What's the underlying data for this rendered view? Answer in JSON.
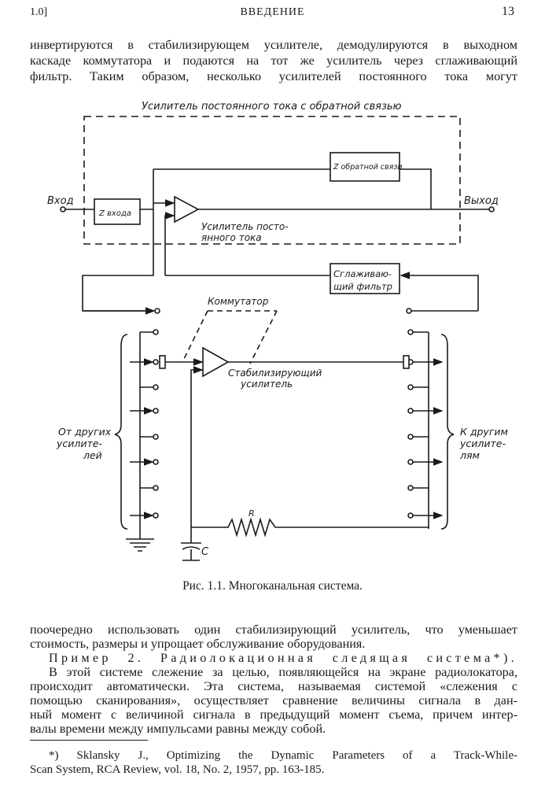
{
  "header": {
    "section": "1.0]",
    "title": "ВВЕДЕНИЕ",
    "page": "13"
  },
  "top_text": [
    "инвертируются в стабилизирующем усилителе, демодулируются в выходном",
    "каскаде коммутатора и подаются на тот же усилитель через сглаживающий",
    "фильтр. Таким образом, несколько усилителей постоянного тока могут"
  ],
  "figure": {
    "title": "Усилитель постоянного тока с обратной связью",
    "input": "Вход",
    "output": "Выход",
    "z_input": "Z входа",
    "z_feedback": "Z обратной связи",
    "dc_amp": [
      "Усилитель посто-",
      "янного тока"
    ],
    "filter": [
      "Сглаживаю-",
      "щий фильтр"
    ],
    "commutator": "Коммутатор",
    "stab_amp": [
      "Стабилизирующий",
      "усилитель"
    ],
    "from_others": [
      "От других",
      "усилите-",
      "лей"
    ],
    "to_others": [
      "К другим",
      "усилите-",
      "лям"
    ],
    "resistor": "R",
    "capacitor": "C",
    "caption": "Рис. 1.1. Многоканальная система."
  },
  "bottom_text": {
    "p1": [
      "поочередно использовать один стабилизирующий усилитель, что уменьшает",
      "стоимость, размеры и упрощает обслуживание оборудования."
    ],
    "example": "Пример 2. Радиолокационная следящая система*).",
    "p2": [
      "В этой системе слежение за целью, появляющейся на экране радиолокатора,",
      "происходит автоматически. Эта система, называемая системой «слежения с",
      "помощью сканирования», осуществляет сравнение величины сигнала в дан-",
      "ный момент с величиной сигнала в предыдущий момент съема, причем интер-",
      "валы времени между импульсами равны между собой."
    ]
  },
  "footnote": [
    "*) Sklansky J., Optimizing the Dynamic Parameters of a Track-While-",
    "Scan System, RCA Review, vol. 18, No. 2, 1957, pp. 163-185."
  ]
}
